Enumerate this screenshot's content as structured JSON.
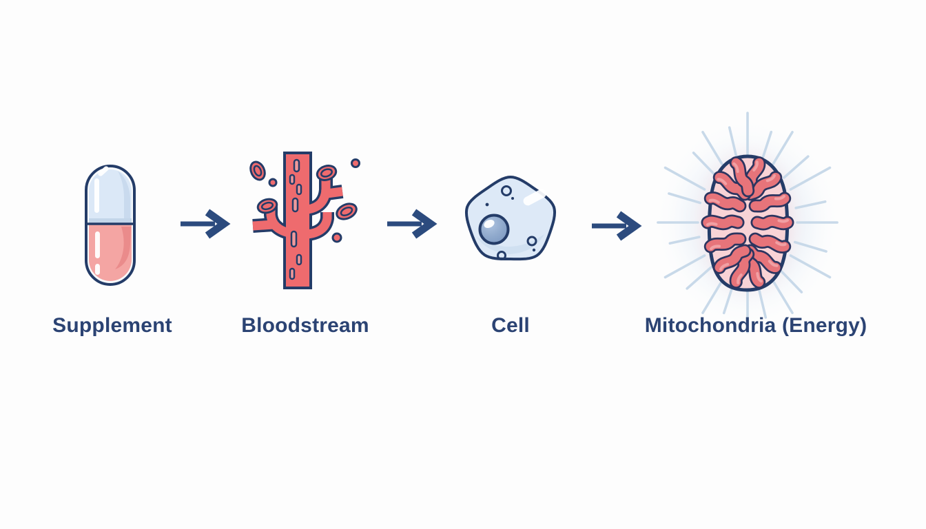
{
  "diagram": {
    "title": "",
    "type": "flow-left-to-right",
    "steps": [
      {
        "id": "supplement",
        "label": "Supplement",
        "icon": "capsule-icon"
      },
      {
        "id": "bloodstream",
        "label": "Bloodstream",
        "icon": "blood-vessel-icon"
      },
      {
        "id": "cell",
        "label": "Cell",
        "icon": "cell-icon"
      },
      {
        "id": "mitochondria",
        "label": "Mitochondria (Energy)",
        "icon": "mitochondria-icon"
      }
    ],
    "connectors": [
      {
        "from": "supplement",
        "to": "bloodstream",
        "icon": "right-arrow-icon"
      },
      {
        "from": "bloodstream",
        "to": "cell",
        "icon": "right-arrow-icon"
      },
      {
        "from": "cell",
        "to": "mitochondria",
        "icon": "right-arrow-icon"
      }
    ],
    "colors": {
      "background": "#fdfdfd",
      "outline_navy": "#243c68",
      "label_navy": "#2b4373",
      "arrow_navy": "#2c4b7e",
      "vessel_red": "#ee6b6e",
      "capsule_pink": "#f4a5a3",
      "capsule_blue": "#dbe8f7",
      "cell_blue": "#dde9f7",
      "nucleus_blue": "#8fa9cc",
      "mito_membrane_pink": "#f8d3d6",
      "cristae_red": "#e7747a",
      "ray_blue": "#c8d9e9"
    }
  }
}
